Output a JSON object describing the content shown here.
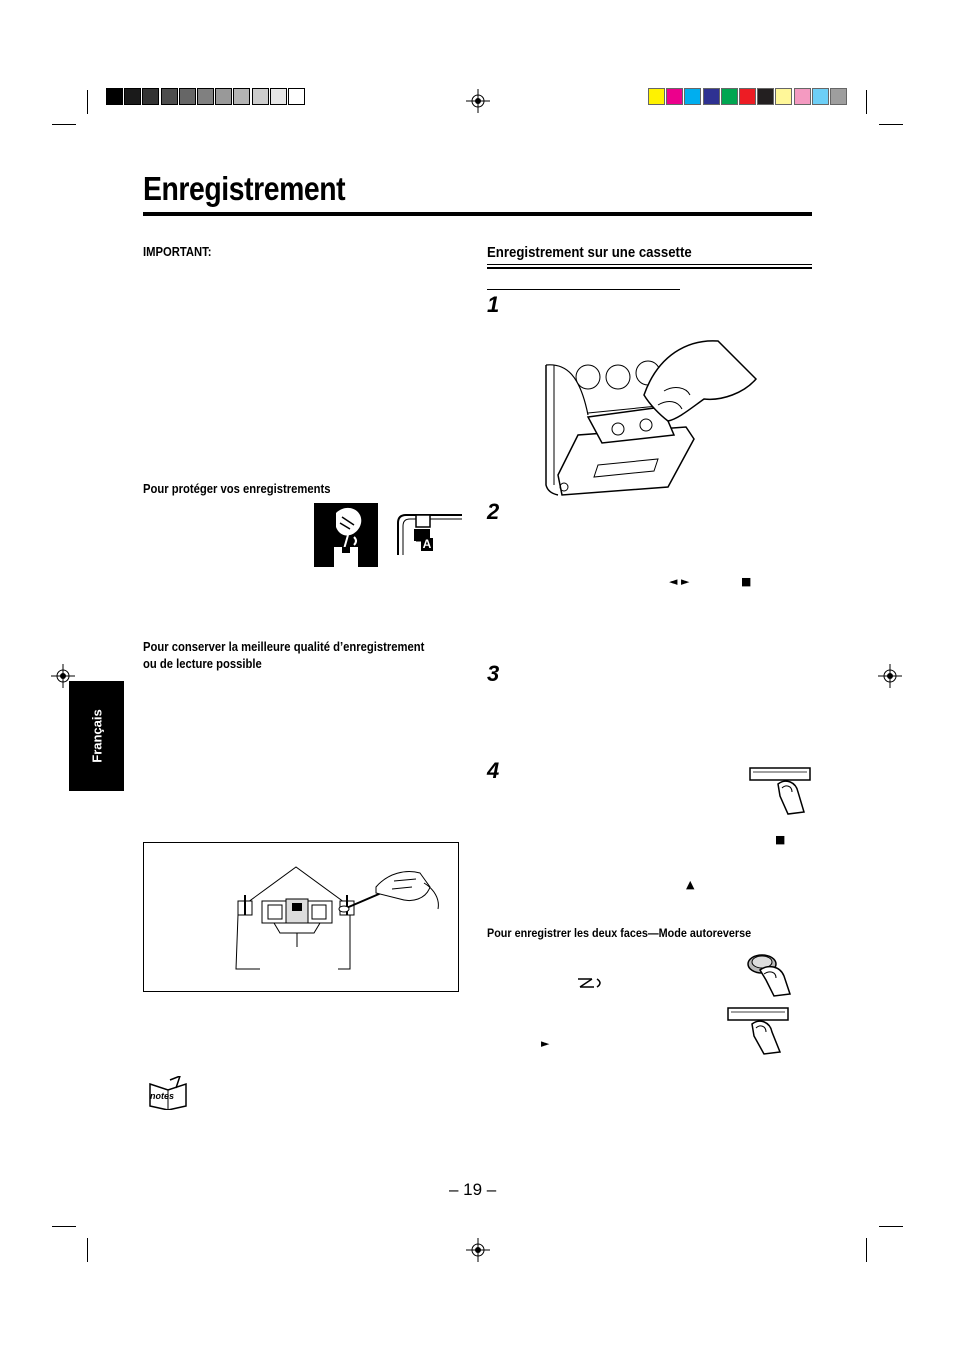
{
  "title": "Enregistrement",
  "left_column": {
    "important_label": "IMPORTANT:",
    "protect_heading": "Pour protéger vos enregistrements",
    "tab_label": "A",
    "quality_heading_line1": "Pour conserver la meilleure qualité d’enregistrement",
    "quality_heading_line2": "ou de lecture possible",
    "notes_icon_label": "notes"
  },
  "right_column": {
    "section_heading": "Enregistrement sur une cassette",
    "steps": [
      "1",
      "2",
      "3",
      "4"
    ],
    "step2_symbols": [
      "◄ ►",
      "■"
    ],
    "step4_symbols": [
      "■",
      "▲"
    ],
    "autoreverse_heading": "Pour enregistrer les deux faces—Mode autoreverse",
    "autoreverse_play_symbol": "►"
  },
  "side_tab": "Français",
  "page_number": "– 19 –",
  "colors": {
    "grayscale_bar": [
      "#000000",
      "#1a1a1a",
      "#333333",
      "#4d4d4d",
      "#666666",
      "#808080",
      "#999999",
      "#b3b3b3",
      "#cccccc",
      "#e6e6e6",
      "#ffffff"
    ],
    "color_bar": [
      "#fff200",
      "#ec008c",
      "#00aeef",
      "#2e3192",
      "#00a651",
      "#ed1c24",
      "#231f20",
      "#fff799",
      "#f49ac1",
      "#6dcff6",
      "#9e9e9e"
    ]
  }
}
